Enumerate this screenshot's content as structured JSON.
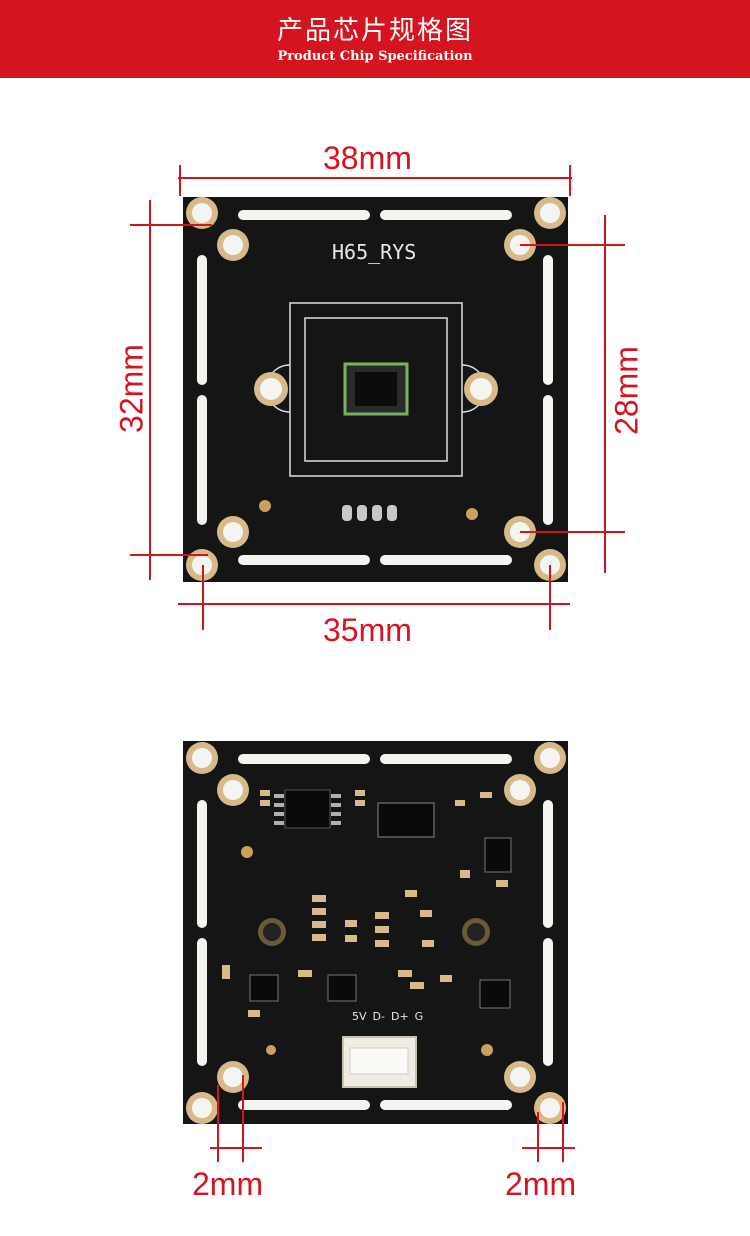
{
  "header": {
    "title": "产品芯片规格图",
    "subtitle": "Product Chip Specification",
    "color": "#d4141e"
  },
  "front_board": {
    "silkscreen": "H65_RYS",
    "dims": {
      "width_top": "38mm",
      "height_left": "32mm",
      "height_right": "28mm",
      "width_bottom": "35mm"
    }
  },
  "back_board": {
    "pin_labels": [
      "5V",
      "D-",
      "D+",
      "G"
    ],
    "dims": {
      "left_offset": "2mm",
      "right_offset": "2mm"
    }
  },
  "colors": {
    "pcb": "#151515",
    "pad": "#d8b98a",
    "pad_inner": "#f4f4f0",
    "dimension": "#d4141e",
    "silk": "#e8e8e8"
  }
}
